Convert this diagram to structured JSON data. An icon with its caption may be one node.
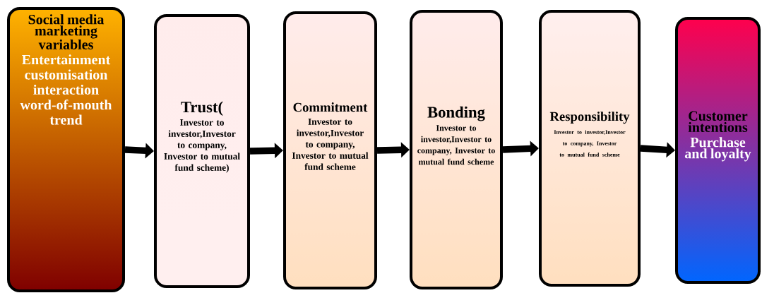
{
  "diagram": {
    "nodes": [
      {
        "text": [
          "Social media marketing variables",
          "Entertainment",
          "customisation",
          "interaction",
          "word-of-mouth",
          "trend"
        ]
      },
      {
        "text": [
          "Trust(",
          "Investor to investor,Investor to company, Investor to mutual fund scheme)"
        ]
      },
      {
        "text": [
          "Commitment",
          "Investor to investor,Investor to company, Investor to mutual fund scheme"
        ]
      },
      {
        "text": [
          "Bonding",
          "Investor to investor,Investor to company, Investor to mutual fund scheme"
        ]
      },
      {
        "text": [
          "Responsibility",
          "Investor to investor,Investor to company, Investor to mutual fund scheme"
        ]
      },
      {
        "text": [
          "Customer intentions",
          "Purchase and loyalty"
        ]
      }
    ],
    "edges": [
      {
        "from": 0,
        "to": 1,
        "arrow": "to"
      },
      {
        "from": 1,
        "to": 2,
        "arrow": "to"
      },
      {
        "from": 2,
        "to": 3,
        "arrow": "to"
      },
      {
        "from": 3,
        "to": 4,
        "arrow": "to"
      },
      {
        "from": 4,
        "to": 5,
        "arrow": "to"
      }
    ]
  }
}
